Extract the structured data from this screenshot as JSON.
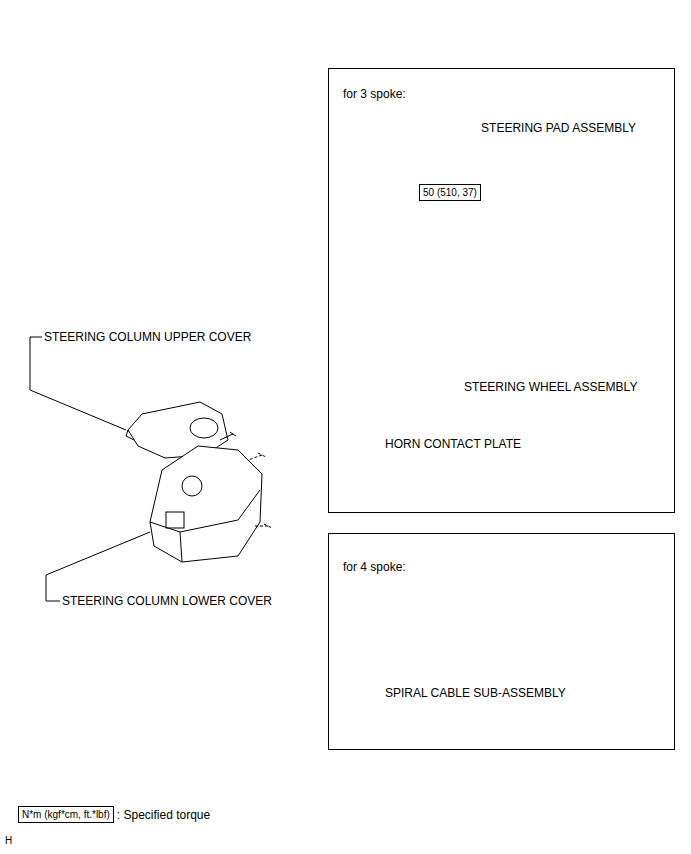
{
  "diagram": {
    "nodes": [
      {
        "text": [
          "for 3 spoke:"
        ]
      },
      {
        "text": [
          "50 (510, 37)"
        ],
        "in": 0
      },
      {
        "text": [
          "for 4 spoke:"
        ]
      },
      {
        "text": [
          "N*m (kgf*cm, ft.*lbf)"
        ]
      }
    ],
    "labels": [
      "STEERING PAD ASSEMBLY",
      "STEERING WHEEL ASSEMBLY",
      "HORN CONTACT PLATE",
      "SPIRAL CABLE SUB-ASSEMBLY",
      "STEERING COLUMN UPPER COVER",
      "STEERING COLUMN LOWER COVER",
      ": Specified torque",
      "H"
    ]
  }
}
